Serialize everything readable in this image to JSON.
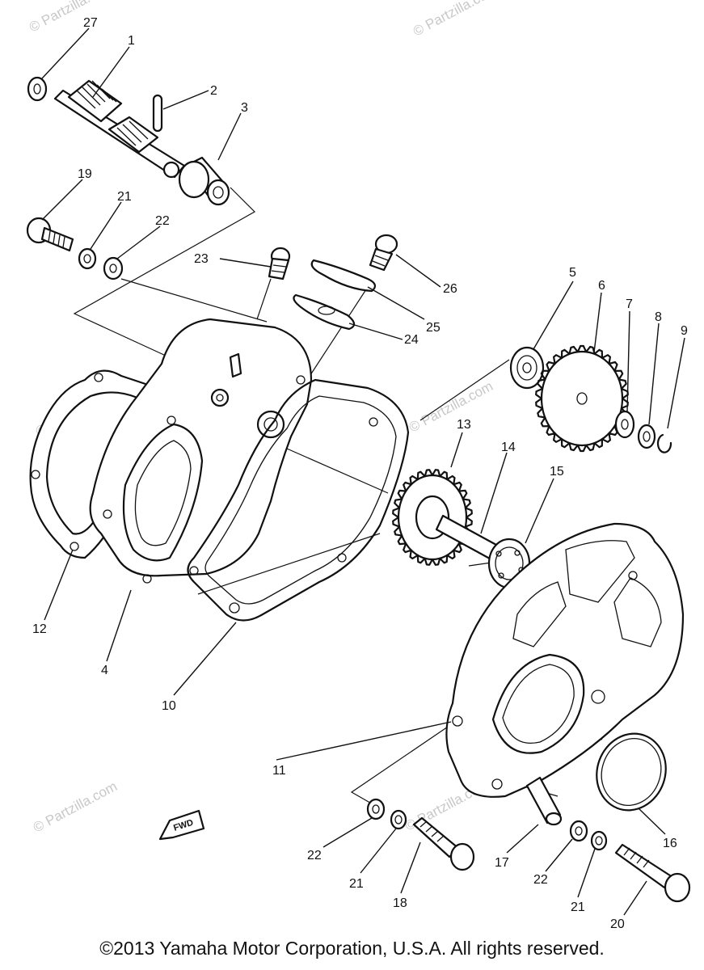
{
  "copyright": "©2013 Yamaha Motor Corporation, U.S.A. All rights reserved.",
  "watermark": "© Partzilla.com",
  "fwd_label": "FWD",
  "callouts": {
    "c1": "1",
    "c2": "2",
    "c3": "3",
    "c4": "4",
    "c5": "5",
    "c6": "6",
    "c7": "7",
    "c8": "8",
    "c9": "9",
    "c10": "10",
    "c11": "11",
    "c12": "12",
    "c13": "13",
    "c14": "14",
    "c15": "15",
    "c16": "16",
    "c17": "17",
    "c18": "18",
    "c19": "19",
    "c20": "20",
    "c21a": "21",
    "c21b": "21",
    "c21c": "21",
    "c22a": "22",
    "c22b": "22",
    "c22c": "22",
    "c23": "23",
    "c24": "24",
    "c25": "25",
    "c26": "26",
    "c27": "27"
  }
}
